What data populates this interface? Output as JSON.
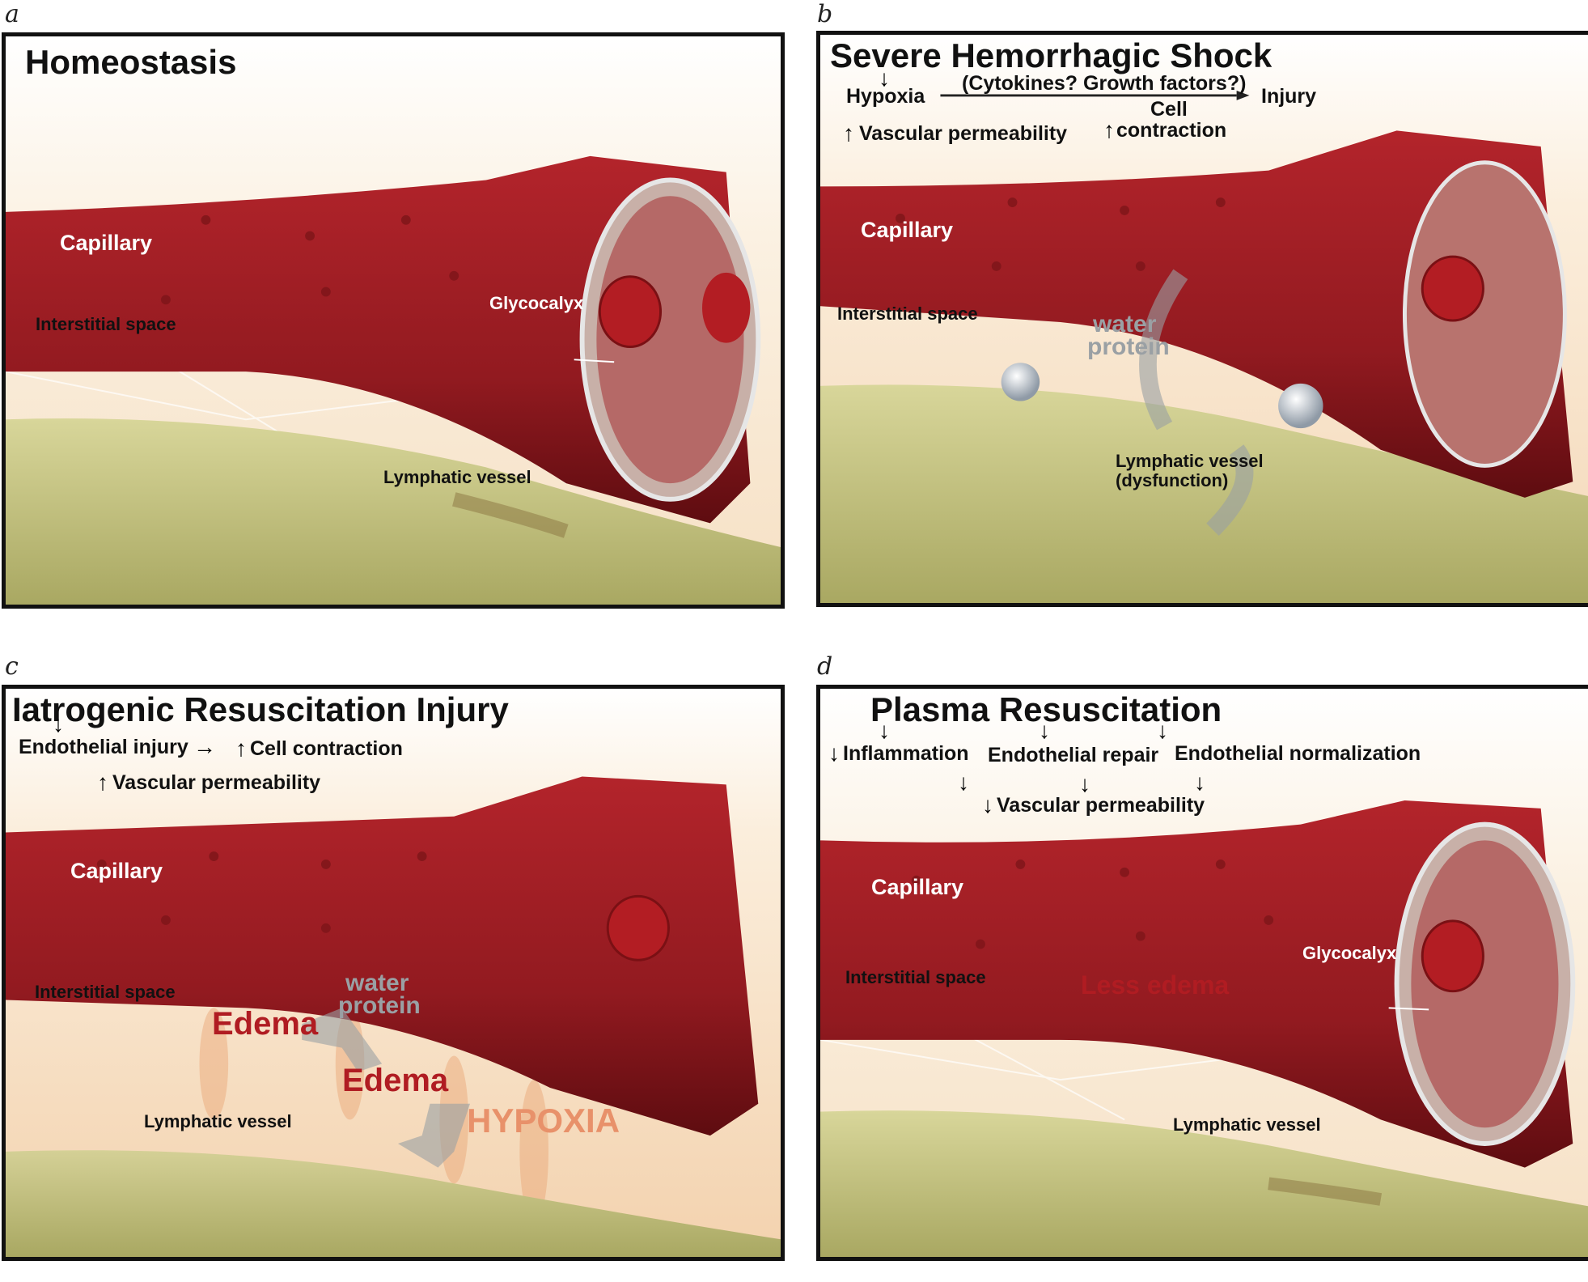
{
  "panels": {
    "a": {
      "letter": "a",
      "title": "Homeostasis",
      "capillary": "Capillary",
      "glycocalyx": "Glycocalyx",
      "interstitial": "Interstitial space",
      "lymphatic": "Lymphatic vessel"
    },
    "b": {
      "letter": "b",
      "title": "Severe Hemorrhagic Shock",
      "hypoxia": "Hypoxia",
      "cytokines": "(Cytokines? Growth factors?)",
      "injury": "Injury",
      "cell": "Cell",
      "contraction": "contraction",
      "vascular_perm": "Vascular permeability",
      "capillary": "Capillary",
      "interstitial": "Interstitial space",
      "water": "water",
      "protein": "protein",
      "lymphatic": "Lymphatic vessel",
      "dysfunction": "(dysfunction)"
    },
    "c": {
      "letter": "c",
      "title": "Iatrogenic Resuscitation Injury",
      "endothelial_injury": "Endothelial injury",
      "cell_contraction": "Cell contraction",
      "vascular_perm": "Vascular permeability",
      "capillary": "Capillary",
      "interstitial": "Interstitial space",
      "water": "water",
      "protein": "protein",
      "edema": "Edema",
      "lymphatic": "Lymphatic vessel",
      "hypoxia": "HYPOXIA"
    },
    "d": {
      "letter": "d",
      "title": "Plasma Resuscitation",
      "inflammation": "Inflammation",
      "endothelial_repair": "Endothelial repair",
      "endothelial_norm": "Endothelial normalization",
      "vascular_perm": "Vascular permeability",
      "capillary": "Capillary",
      "glycocalyx": "Glycocalyx",
      "interstitial": "Interstitial space",
      "less_edema": "Less edema",
      "lymphatic": "Lymphatic vessel"
    }
  },
  "arrows": {
    "up": "↑",
    "down": "↓",
    "right": "→"
  },
  "colors": {
    "capillary": "#9c1c22",
    "capillary_dark": "#5e0c10",
    "lymphatic": "#c6c482",
    "interstitial": "#f6e3c8",
    "edema": "#b01c22",
    "hypoxia": "#e8916a",
    "flow_arrow": "#9aa0a4"
  }
}
